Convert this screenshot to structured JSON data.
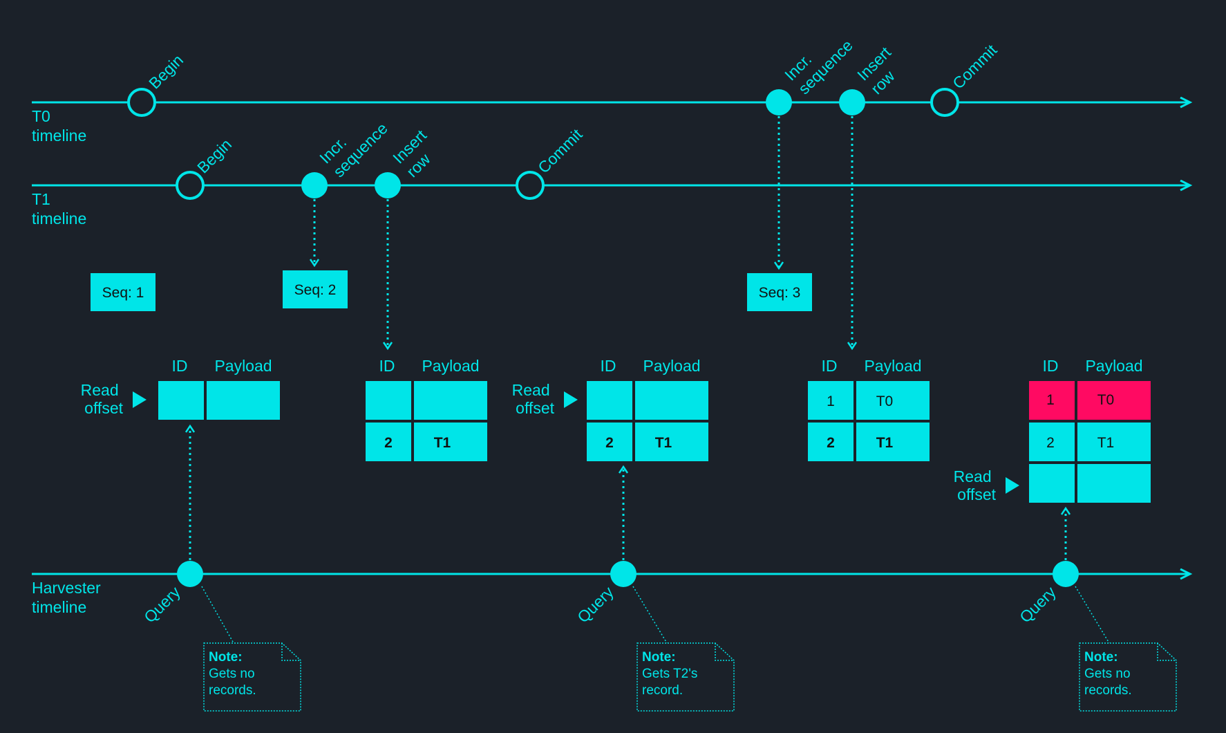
{
  "colors": {
    "background": "#1b2129",
    "accent": "#00e5e8",
    "highlight": "#ff0a62"
  },
  "timelines": {
    "t0": [
      "T0",
      "timeline"
    ],
    "t1": [
      "T1",
      "timeline"
    ],
    "harvester": [
      "Harvester",
      "timeline"
    ]
  },
  "events": {
    "t0_begin": "Begin",
    "t0_incr": [
      "Incr.",
      "sequence"
    ],
    "t0_insert": [
      "Insert",
      "row"
    ],
    "t0_commit": "Commit",
    "t1_begin": "Begin",
    "t1_incr": [
      "Incr.",
      "sequence"
    ],
    "t1_insert": [
      "Insert",
      "row"
    ],
    "t1_commit": "Commit",
    "query": "Query"
  },
  "sequences": {
    "seq1": "Seq: 1",
    "seq2": "Seq: 2",
    "seq3": "Seq: 3"
  },
  "tables": {
    "header_id": "ID",
    "header_payload": "Payload",
    "read_offset": [
      "Read",
      "offset"
    ],
    "table2_rows": [
      [
        "2",
        "T1"
      ]
    ],
    "table3_rows": [
      [
        "2",
        "T1"
      ]
    ],
    "table4_rows": [
      [
        "1",
        "T0"
      ],
      [
        "2",
        "T1"
      ]
    ],
    "table5_rows": [
      [
        "1",
        "T0"
      ],
      [
        "2",
        "T1"
      ]
    ]
  },
  "notes": {
    "note1": {
      "title": "Note:",
      "lines": [
        "Gets no",
        "records."
      ]
    },
    "note2": {
      "title": "Note:",
      "lines": [
        "Gets T2's",
        "record."
      ]
    },
    "note3": {
      "title": "Note:",
      "lines": [
        "Gets no",
        "records."
      ]
    }
  }
}
